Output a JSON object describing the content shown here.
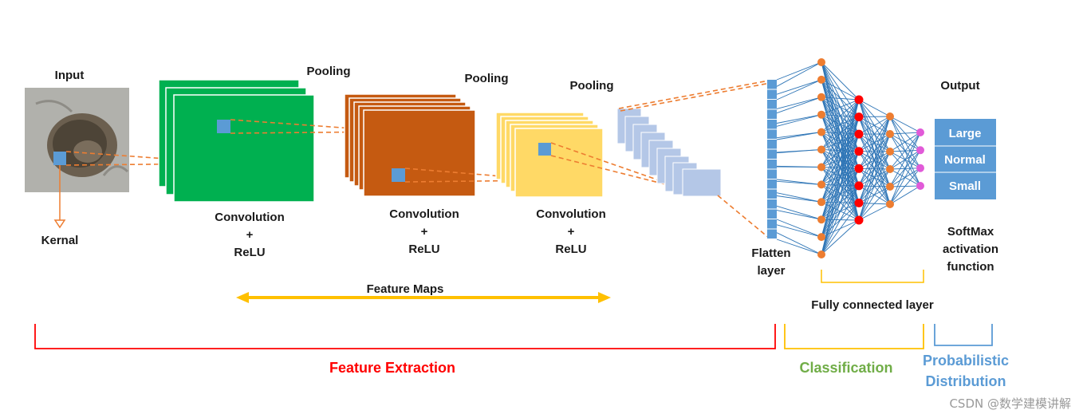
{
  "labels": {
    "input": "Input",
    "kernal": "Kernal",
    "pooling": [
      "Pooling",
      "Pooling",
      "Pooling"
    ],
    "conv_line1": "Convolution",
    "conv_line2": "+",
    "conv_line3": "ReLU",
    "flatten_line1": "Flatten",
    "flatten_line2": "layer",
    "output": "Output",
    "output_classes": [
      "Large",
      "Normal",
      "Small"
    ],
    "softmax_line1": "SoftMax",
    "softmax_line2": "activation",
    "softmax_line3": "function",
    "feature_maps": "Feature Maps",
    "fully_connected": "Fully connected layer",
    "feature_extraction": "Feature Extraction",
    "classification": "Classification",
    "probabilistic_line1": "Probabilistic",
    "probabilistic_line2": "Distribution",
    "watermark": "CSDN @数学建模讲解"
  },
  "colors": {
    "conv1": "#00b050",
    "conv2": "#c55a11",
    "conv3": "#ffd966",
    "pooled": "#b4c7e7",
    "kernel": "#5b9bd5",
    "dash": "#ed7d31",
    "flatten": "#5b9bd5",
    "node_orange": "#ed7d31",
    "node_red": "#ff0000",
    "node_pink": "#e15ad8",
    "edge": "#2e75b6",
    "output_box": "#5b9bd5",
    "feature_maps_arrow": "#ffc000",
    "feature_extraction": "#ff0000",
    "classification": "#70ad47",
    "classification_bracket": "#ffc000",
    "probabilistic": "#5b9bd5"
  },
  "network": {
    "layer_sizes": [
      12,
      8,
      6,
      4
    ]
  }
}
